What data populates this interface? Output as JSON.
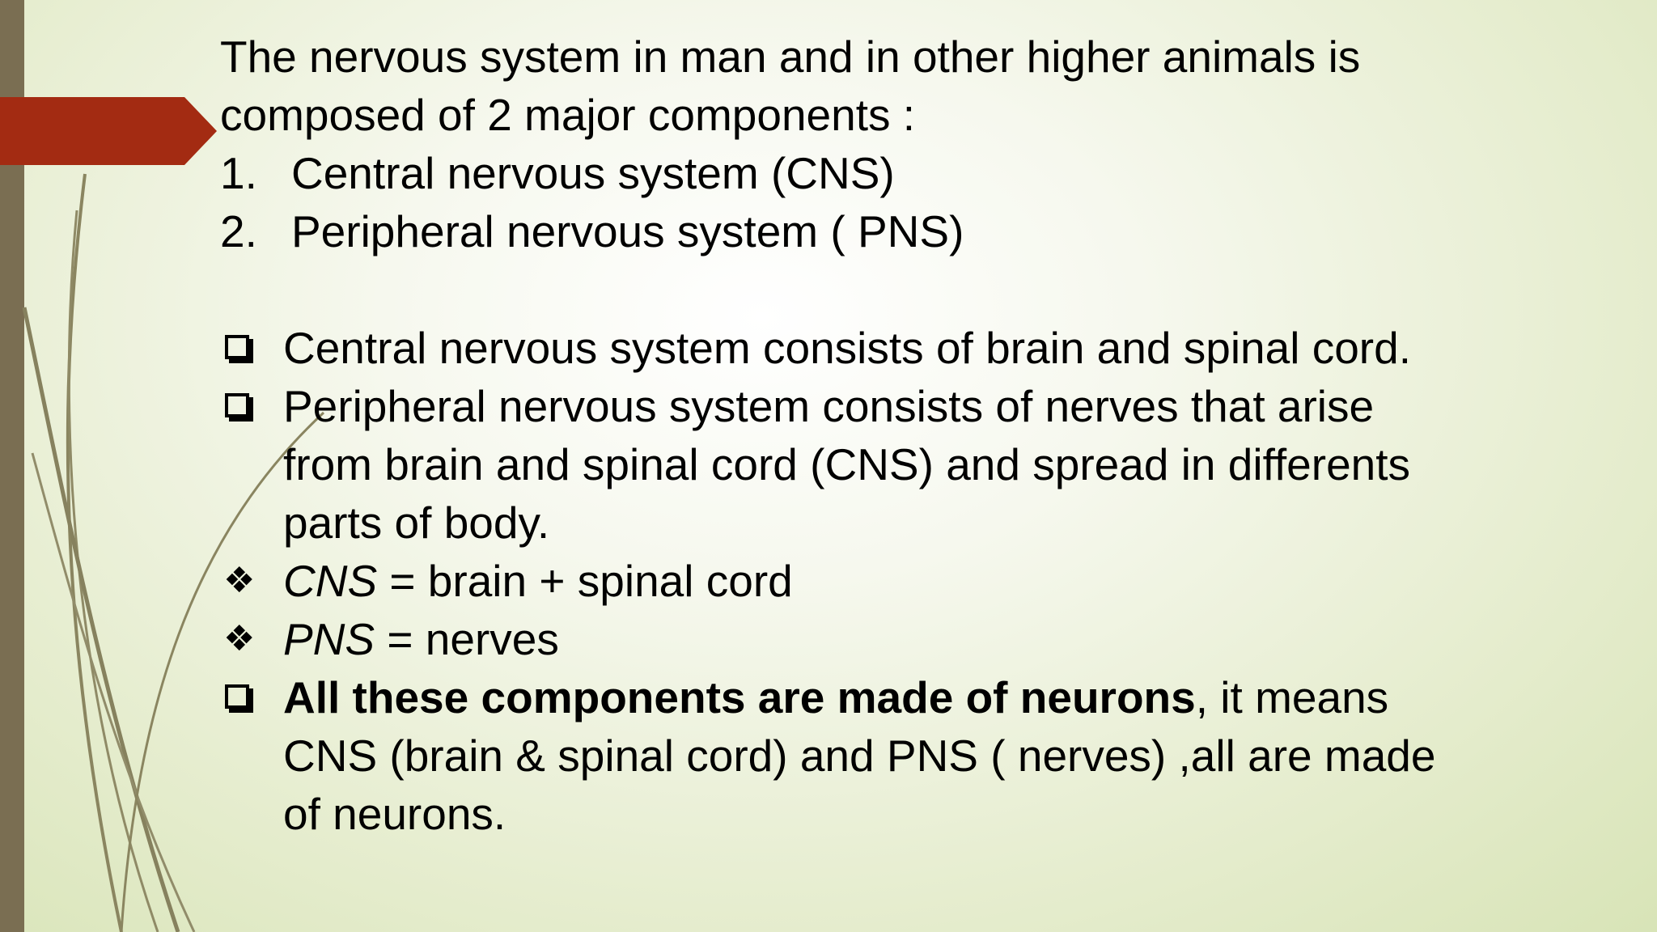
{
  "intro": {
    "line1": "The nervous system in man and in other higher animals is",
    "line2": "composed of 2 major components :"
  },
  "components": [
    {
      "marker": "1.",
      "text": "Central nervous system (CNS)"
    },
    {
      "marker": "2.",
      "text": "Peripheral nervous system ( PNS)"
    }
  ],
  "bullets": {
    "cns_consists": "Central nervous system consists of brain and spinal cord.",
    "pns_consists_line1": "Peripheral nervous system consists of nerves that arise",
    "pns_consists_line2": "from brain and spinal cord (CNS) and spread in differents",
    "pns_consists_line3": "parts of body.",
    "cns_term": "CNS",
    "cns_def": " = brain + spinal cord",
    "pns_term": "PNS",
    "pns_def": " = nerves",
    "neurons_bold": "All these components are made of neurons",
    "neurons_rest_line1": ", it means",
    "neurons_line2": "CNS (brain & spinal cord) and PNS ( nerves) ,all are made",
    "neurons_line3": "of neurons."
  },
  "icons": {
    "checkbox_bullet": "checkbox-square-icon",
    "diamond_bullet": "four-diamond-icon",
    "slide_accent": "arrow-pentagon-icon"
  },
  "colors": {
    "accent_red": "#a32b12",
    "left_bar": "#7a6e52",
    "background_green": "#d8e4b7"
  }
}
